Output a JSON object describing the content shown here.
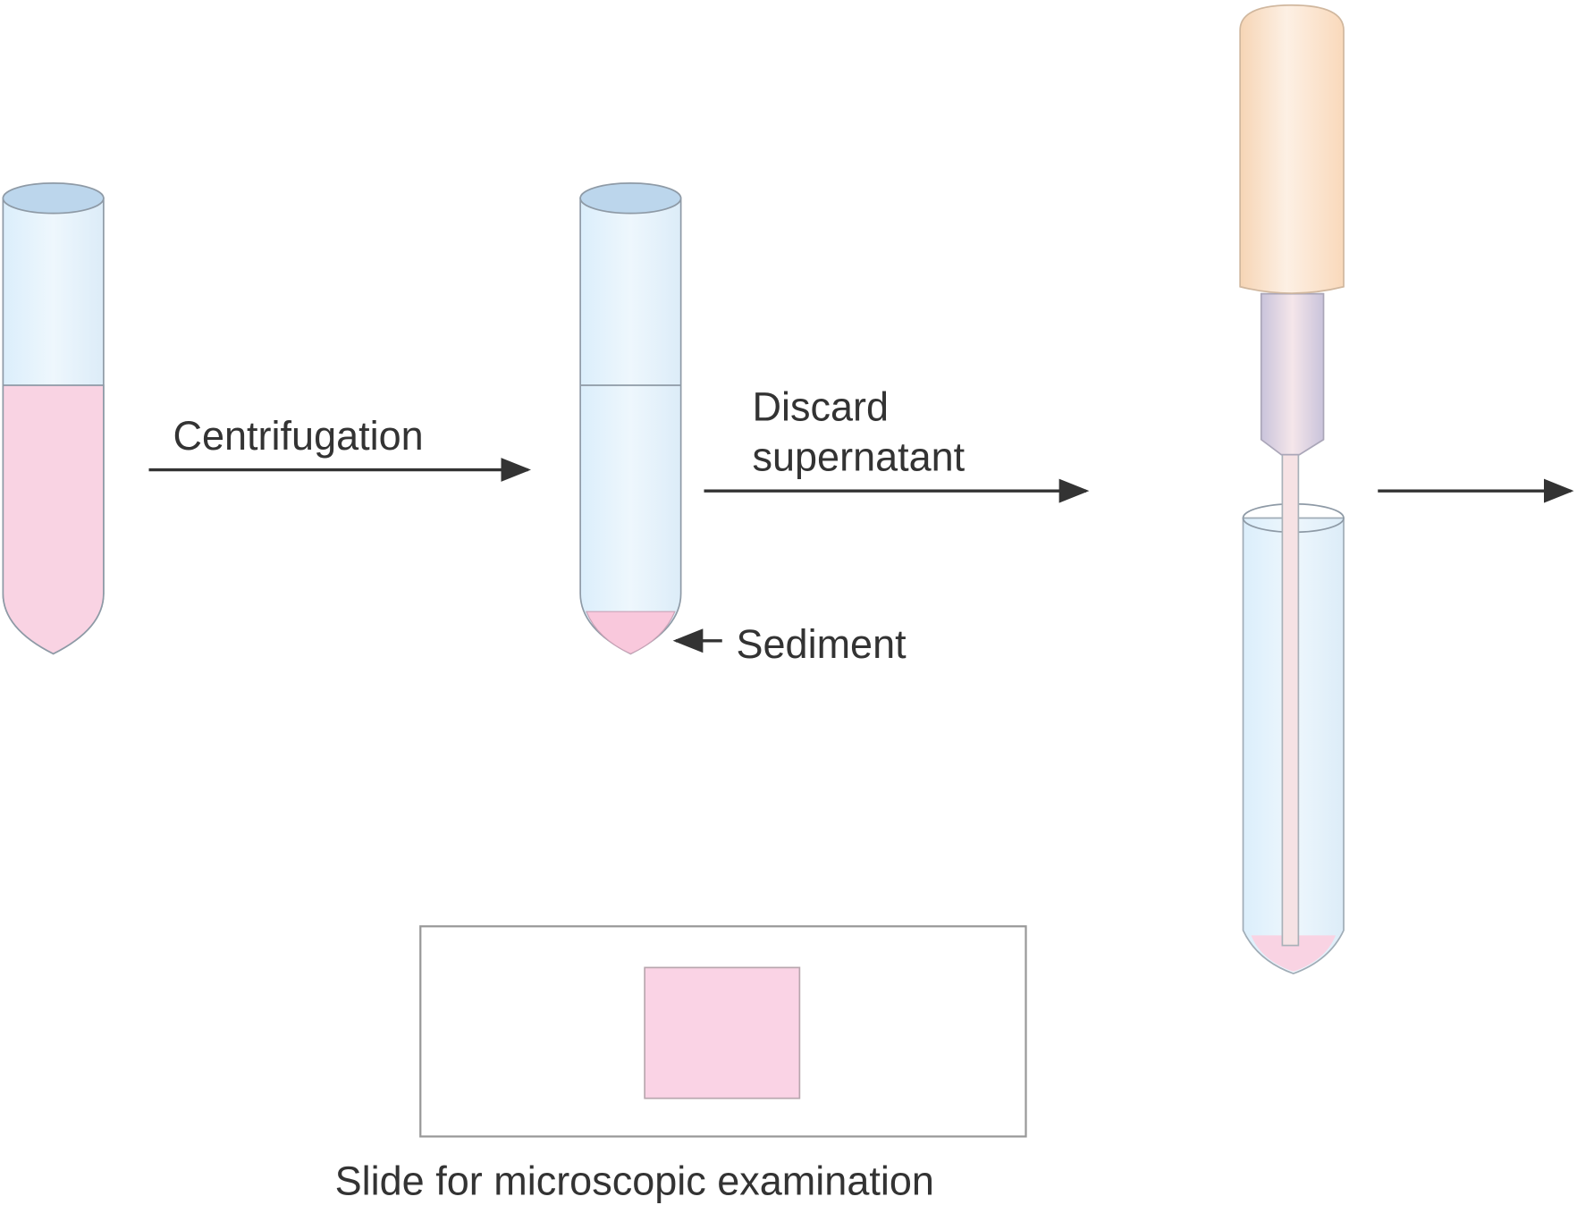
{
  "labels": {
    "centrifugation": "Centrifugation",
    "discard_line1": "Discard",
    "discard_line2": "supernatant",
    "sediment": "Sediment",
    "slide_caption": "Slide for microscopic examination"
  },
  "colors": {
    "tube_blue": "#e3f2fc",
    "rim_blue": "#bcd6ec",
    "sample_pink": "#f9d3e3",
    "bulb_orange": "#fde3c8",
    "stem_lavender": "#dcd6e8",
    "outline": "#8e9aa6",
    "arrow": "#333333"
  }
}
